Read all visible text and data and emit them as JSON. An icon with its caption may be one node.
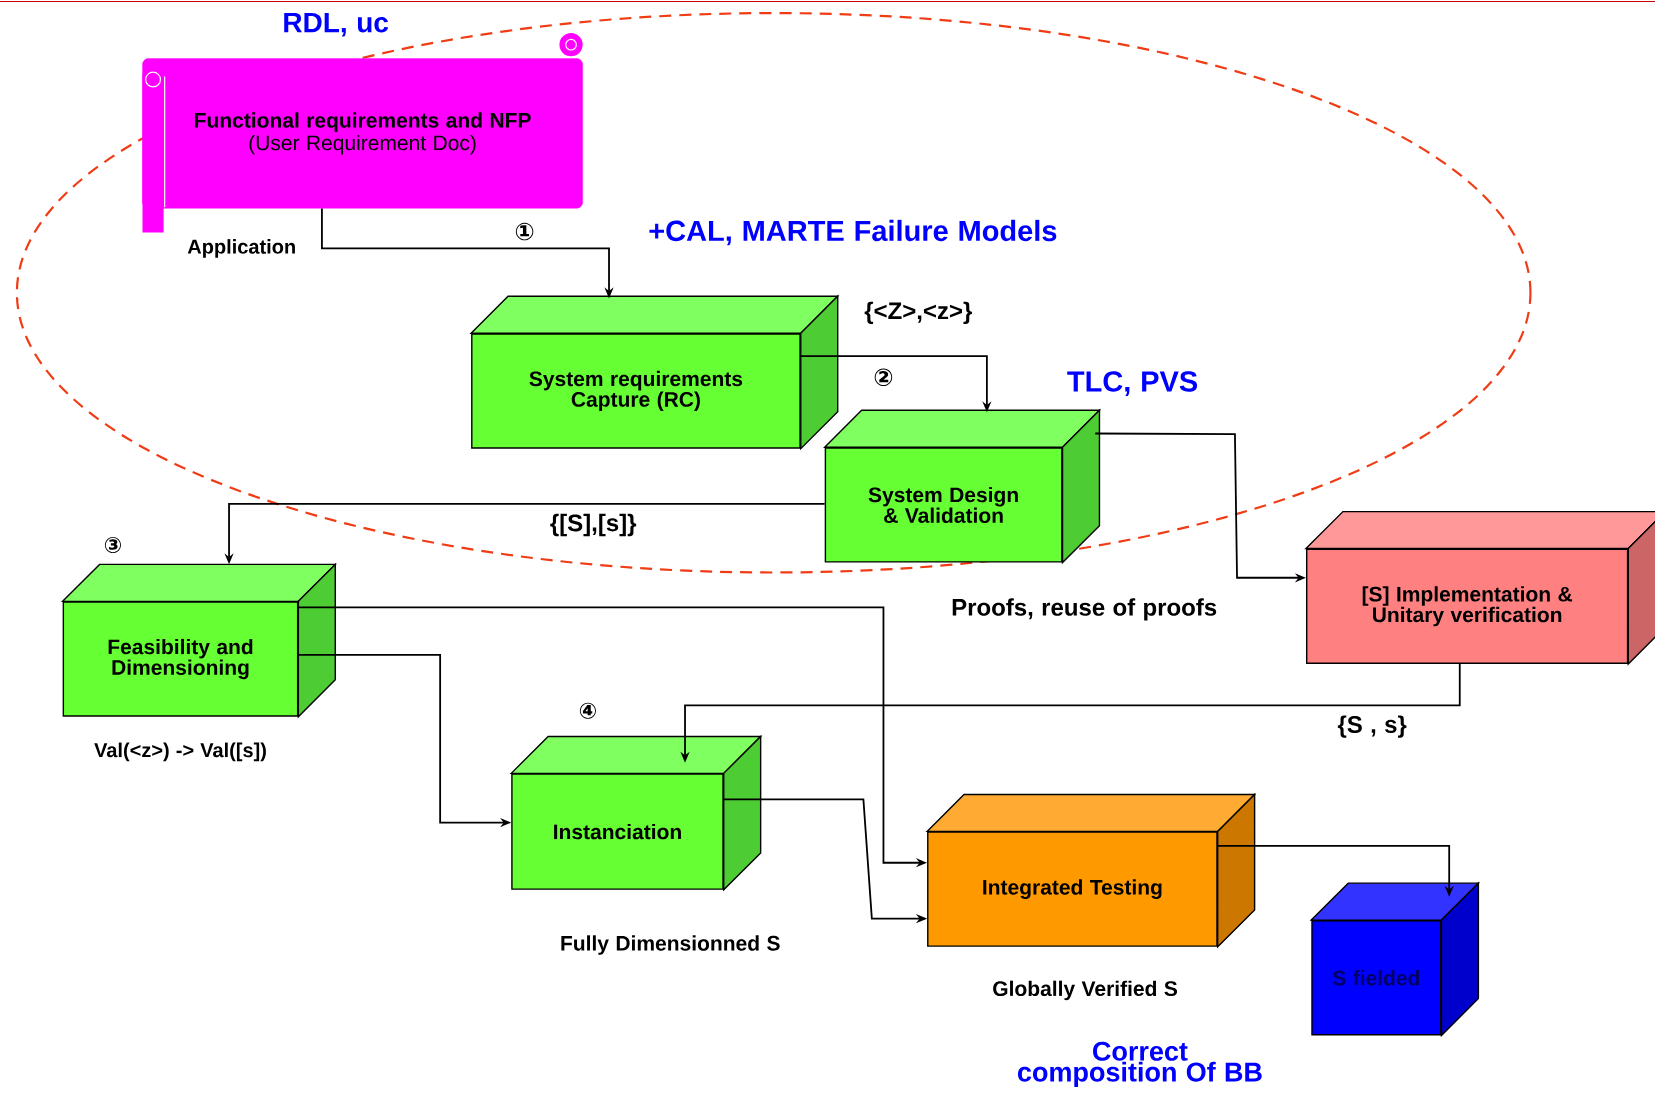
{
  "diagram": {
    "nodes": [
      {
        "text": [
          "Functional requirements and NFP",
          "(User Requirement Doc)"
        ],
        "beside": [
          "RDL, uc",
          "Application"
        ]
      },
      {
        "text": [
          "System requirements Capture (RC)"
        ]
      },
      {
        "text": [
          "System Design & Validation"
        ],
        "beside": [
          "Proofs, reuse of proofs"
        ]
      },
      {
        "text": [
          "Feasibility and Dimensioning"
        ],
        "beside": [
          "③",
          "Val(<z>) -> Val([s])"
        ]
      },
      {
        "text": [
          "Instanciation"
        ],
        "beside": [
          "④",
          "Fully Dimensionned S"
        ]
      },
      {
        "text": [
          "[S] Implementation & Unitary verification"
        ]
      },
      {
        "text": [
          "Integrated Testing"
        ],
        "beside": [
          "Globally Verified S"
        ]
      },
      {
        "text": [
          "S fielded"
        ]
      }
    ],
    "edges": [
      {
        "from": 0,
        "to": 1,
        "arrow": "to",
        "label": "①"
      },
      {
        "from": 1,
        "to": 2,
        "arrow": "to",
        "label": "②"
      },
      {
        "from": 2,
        "to": 3,
        "arrow": "to",
        "label": "{[S],[s]}"
      },
      {
        "from": 2,
        "to": 5,
        "arrow": "to"
      },
      {
        "from": 3,
        "to": 6,
        "arrow": "to"
      },
      {
        "from": 3,
        "to": 4,
        "arrow": "to"
      },
      {
        "from": 5,
        "to": 4,
        "arrow": "to",
        "label": "{S , s}"
      },
      {
        "from": 4,
        "to": 6,
        "arrow": "to"
      },
      {
        "from": 6,
        "to": 7,
        "arrow": "to"
      }
    ],
    "labels": [
      "+CAL, MARTE Failure Models",
      "{<Z>,<z>}",
      "TLC, PVS",
      "Correct composition Of BB"
    ]
  }
}
